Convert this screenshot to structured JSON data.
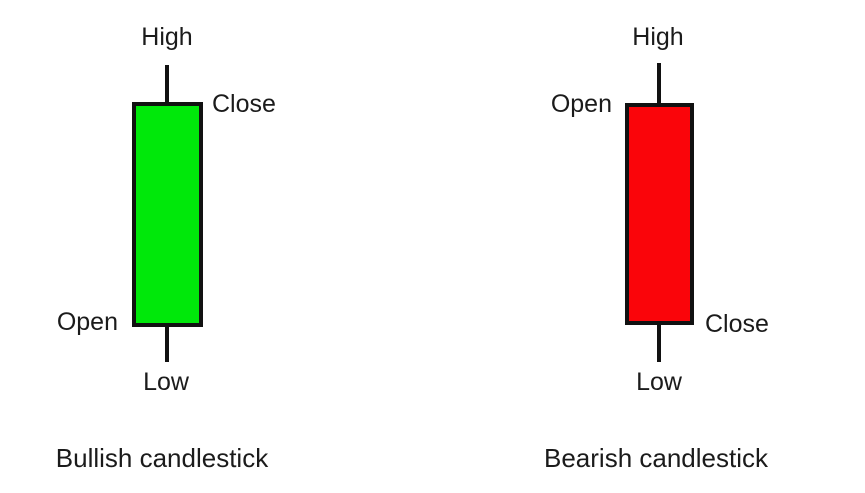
{
  "diagram": {
    "title_implicit": "Candlestick anatomy diagram",
    "background_color": "#ffffff",
    "text_color": "#1b1b1b",
    "outline_color": "#111111",
    "candles": {
      "bullish": {
        "labels": {
          "high": "High",
          "close": "Close",
          "open": "Open",
          "low": "Low"
        },
        "caption": "Bullish candlestick",
        "body_color": "#00e80a",
        "close_side": "top-right",
        "open_side": "bottom-left"
      },
      "bearish": {
        "labels": {
          "high": "High",
          "open": "Open",
          "close": "Close",
          "low": "Low"
        },
        "caption": "Bearish candlestick",
        "body_color": "#fa050a",
        "open_side": "top-left",
        "close_side": "bottom-right"
      }
    }
  }
}
